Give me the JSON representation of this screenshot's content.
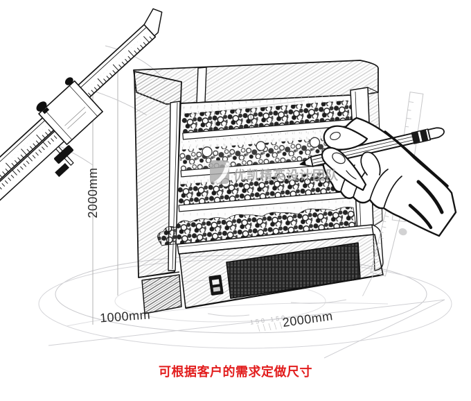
{
  "illustration": {
    "background": "#ffffff",
    "sketch_ink": "#1a1a1a",
    "subject": "Pencil-sketch of an open-front refrigerated display case measured by a vernier caliper, with a hand holding a pencil",
    "dimension_labels": {
      "height": "2000mm",
      "depth": "1000mm",
      "width": "2000mm"
    },
    "floor_ruler_marks": "150 150",
    "watermark": {
      "text": "优凯精英设计团队",
      "color": "#a2a2a2"
    },
    "note": {
      "text": "可根据客户的需求定做尺寸",
      "color": "#e21d1d"
    }
  }
}
